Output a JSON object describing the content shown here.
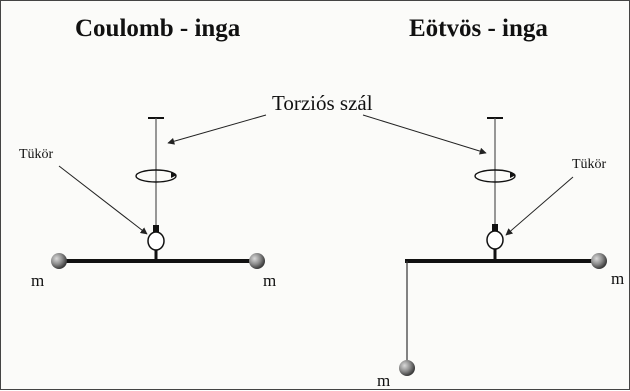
{
  "titles": {
    "left": "Coulomb - inga",
    "right": "Eötvös - inga"
  },
  "labels": {
    "torsion_fiber": "Torziós szál",
    "mirror_left": "Tükör",
    "mirror_right": "Tükör",
    "mass_left_1": "m",
    "mass_left_2": "m",
    "mass_right_1": "m",
    "mass_right_2": "m"
  },
  "colors": {
    "mass": "#7a7a7a",
    "beam": "#111111",
    "line": "#222222"
  }
}
